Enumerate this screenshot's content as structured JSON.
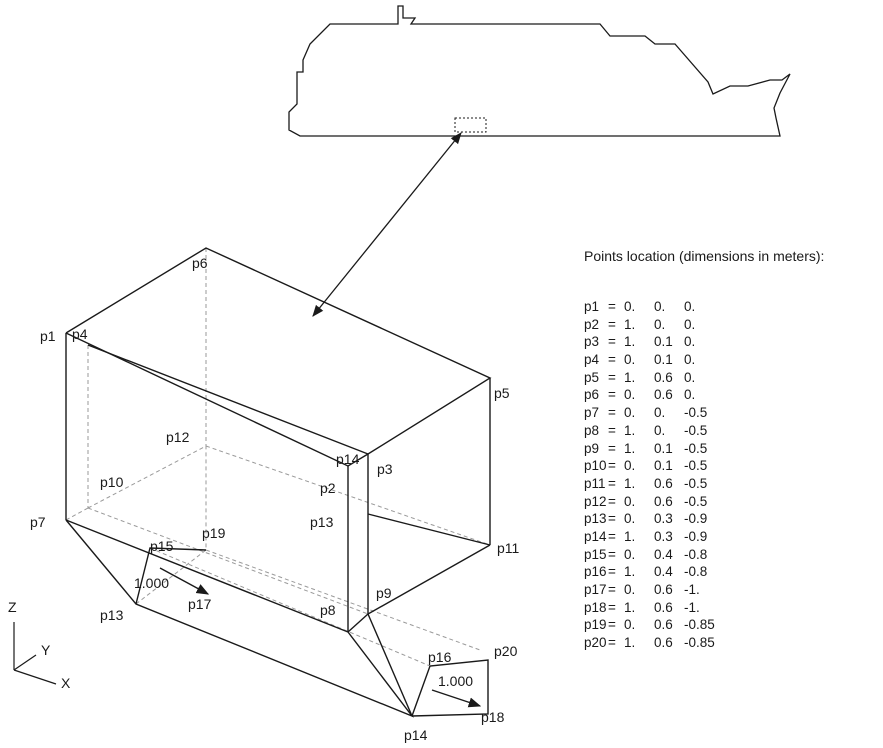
{
  "ship_marker": "ship-location-rectangle",
  "labels": {
    "p1": "p1",
    "p2": "p2",
    "p3": "p3",
    "p4": "p4",
    "p5": "p5",
    "p6": "p6",
    "p7": "p7",
    "p8": "p8",
    "p9": "p9",
    "p10": "p10",
    "p11": "p11",
    "p12": "p12",
    "p13a": "p13",
    "p13b": "p13",
    "p14a": "p14",
    "p14b": "p14",
    "p15": "p15",
    "p16": "p16",
    "p17": "p17",
    "p18": "p18",
    "p19": "p19",
    "p20": "p20"
  },
  "vectors": {
    "left": "1.000",
    "right": "1.000"
  },
  "axes": {
    "z": "Z",
    "y": "Y",
    "x": "X"
  },
  "table": {
    "title": "Points location (dimensions in meters):",
    "rows": [
      {
        "name": "p1",
        "eq": "=",
        "x": "0.",
        "y": "0.",
        "z": "0."
      },
      {
        "name": "p2",
        "eq": "=",
        "x": "1.",
        "y": "0.",
        "z": "0."
      },
      {
        "name": "p3",
        "eq": "=",
        "x": "1.",
        "y": "0.1",
        "z": "0."
      },
      {
        "name": "p4",
        "eq": "=",
        "x": "0.",
        "y": "0.1",
        "z": "0."
      },
      {
        "name": "p5",
        "eq": "=",
        "x": "1.",
        "y": "0.6",
        "z": "0."
      },
      {
        "name": "p6",
        "eq": "=",
        "x": "0.",
        "y": "0.6",
        "z": "0."
      },
      {
        "name": "p7",
        "eq": "=",
        "x": "0.",
        "y": "0.",
        "z": "-0.5"
      },
      {
        "name": "p8",
        "eq": "=",
        "x": "1.",
        "y": "0.",
        "z": "-0.5"
      },
      {
        "name": "p9",
        "eq": "=",
        "x": "1.",
        "y": "0.1",
        "z": "-0.5"
      },
      {
        "name": "p10",
        "eq": "=",
        "x": "0.",
        "y": "0.1",
        "z": "-0.5"
      },
      {
        "name": "p11",
        "eq": "=",
        "x": "1.",
        "y": "0.6",
        "z": "-0.5"
      },
      {
        "name": "p12",
        "eq": "=",
        "x": "0.",
        "y": "0.6",
        "z": "-0.5"
      },
      {
        "name": "p13",
        "eq": "=",
        "x": "0.",
        "y": "0.3",
        "z": "-0.9"
      },
      {
        "name": "p14",
        "eq": "=",
        "x": "1.",
        "y": "0.3",
        "z": "-0.9"
      },
      {
        "name": "p15",
        "eq": "=",
        "x": "0.",
        "y": "0.4",
        "z": "-0.8"
      },
      {
        "name": "p16",
        "eq": "=",
        "x": "1.",
        "y": "0.4",
        "z": "-0.8"
      },
      {
        "name": "p17",
        "eq": "=",
        "x": "0.",
        "y": "0.6",
        "z": "-1."
      },
      {
        "name": "p18",
        "eq": "=",
        "x": "1.",
        "y": "0.6",
        "z": "-1."
      },
      {
        "name": "p19",
        "eq": "=",
        "x": "0.",
        "y": "0.6",
        "z": "-0.85"
      },
      {
        "name": "p20",
        "eq": "=",
        "x": "1.",
        "y": "0.6",
        "z": "-0.85"
      }
    ]
  }
}
